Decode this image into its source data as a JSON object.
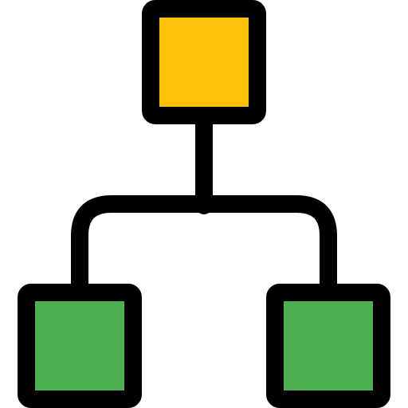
{
  "diagram": {
    "kind": "hierarchy",
    "nodes": [
      {
        "id": "root",
        "level": 0,
        "fill_color": "#FFC107"
      },
      {
        "id": "left-child",
        "level": 1,
        "fill_color": "#4CAF50"
      },
      {
        "id": "right-child",
        "level": 1,
        "fill_color": "#4CAF50"
      }
    ],
    "edges": [
      {
        "from": "root",
        "to": "left-child"
      },
      {
        "from": "root",
        "to": "right-child"
      }
    ],
    "colors": {
      "outline": "#000000",
      "background": "#FFFFFF"
    }
  }
}
